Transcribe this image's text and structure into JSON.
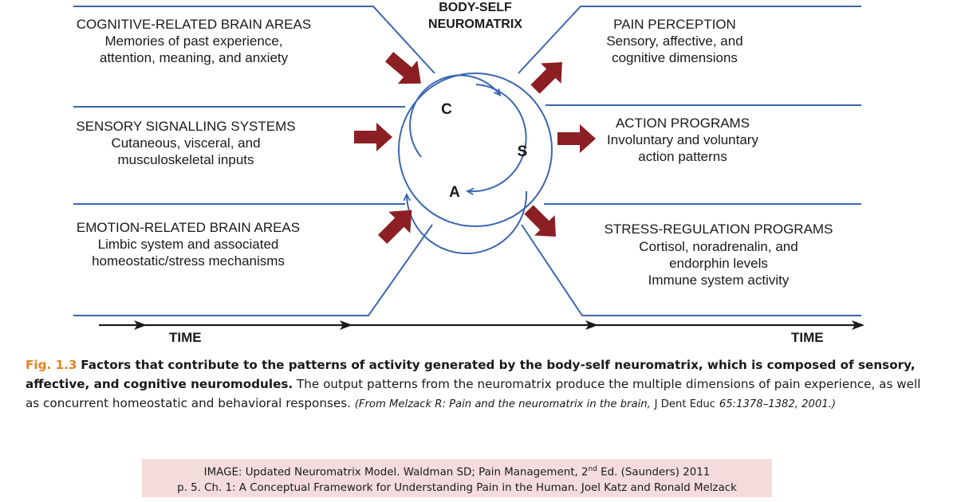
{
  "hub": {
    "title_line1": "BODY-SELF",
    "title_line2": "NEUROMATRIX",
    "modules": {
      "c": "C",
      "s": "S",
      "a": "A"
    }
  },
  "inputs": [
    {
      "heading": "COGNITIVE-RELATED BRAIN AREAS",
      "lines": [
        "Memories of past experience,",
        "attention, meaning, and anxiety"
      ]
    },
    {
      "heading": "SENSORY SIGNALLING SYSTEMS",
      "lines": [
        "Cutaneous, visceral, and",
        "musculoskeletal inputs"
      ]
    },
    {
      "heading": "EMOTION-RELATED BRAIN AREAS",
      "lines": [
        "Limbic system and associated",
        "homeostatic/stress mechanisms"
      ]
    }
  ],
  "outputs": [
    {
      "heading": "PAIN PERCEPTION",
      "lines": [
        "Sensory, affective, and",
        "cognitive dimensions"
      ]
    },
    {
      "heading": "ACTION PROGRAMS",
      "lines": [
        "Involuntary and voluntary",
        "action patterns"
      ]
    },
    {
      "heading": "STRESS-REGULATION PROGRAMS",
      "lines": [
        "Cortisol, noradrenalin, and",
        "endorphin levels",
        "Immune system activity"
      ]
    }
  ],
  "timeline": {
    "left_label": "TIME",
    "right_label": "TIME"
  },
  "caption": {
    "fig_number": "Fig. 1.3",
    "bold_text": "Factors that contribute to the patterns of activity generated by the body-self neuromatrix, which is composed of sensory, affective, and cognitive neuromodules.",
    "body_text": "The output patterns from the neuromatrix produce the multiple dimensions of pain experience, as well as concurrent homeostatic and behavioral responses.",
    "source_italic": "(From Melzack R: Pain and the neuromatrix in the brain,",
    "source_journal": "J Dent Educ",
    "source_tail": "65:1378–1382, 2001.)"
  },
  "credit": {
    "line1_pre": "IMAGE: Updated Neuromatrix Model. Waldman SD; Pain Management, 2",
    "line1_sup": "nd",
    "line1_post": " Ed. (Saunders) 2011",
    "line2": "p. 5. Ch. 1: A Conceptual Framework for Understanding Pain in the Human. Joel Katz and Ronald Melzack"
  },
  "colors": {
    "line": "#3b66b0",
    "arrow": "#8b1f24",
    "caption_fig": "#e8821e",
    "credit_bg": "#f4dcdc"
  }
}
